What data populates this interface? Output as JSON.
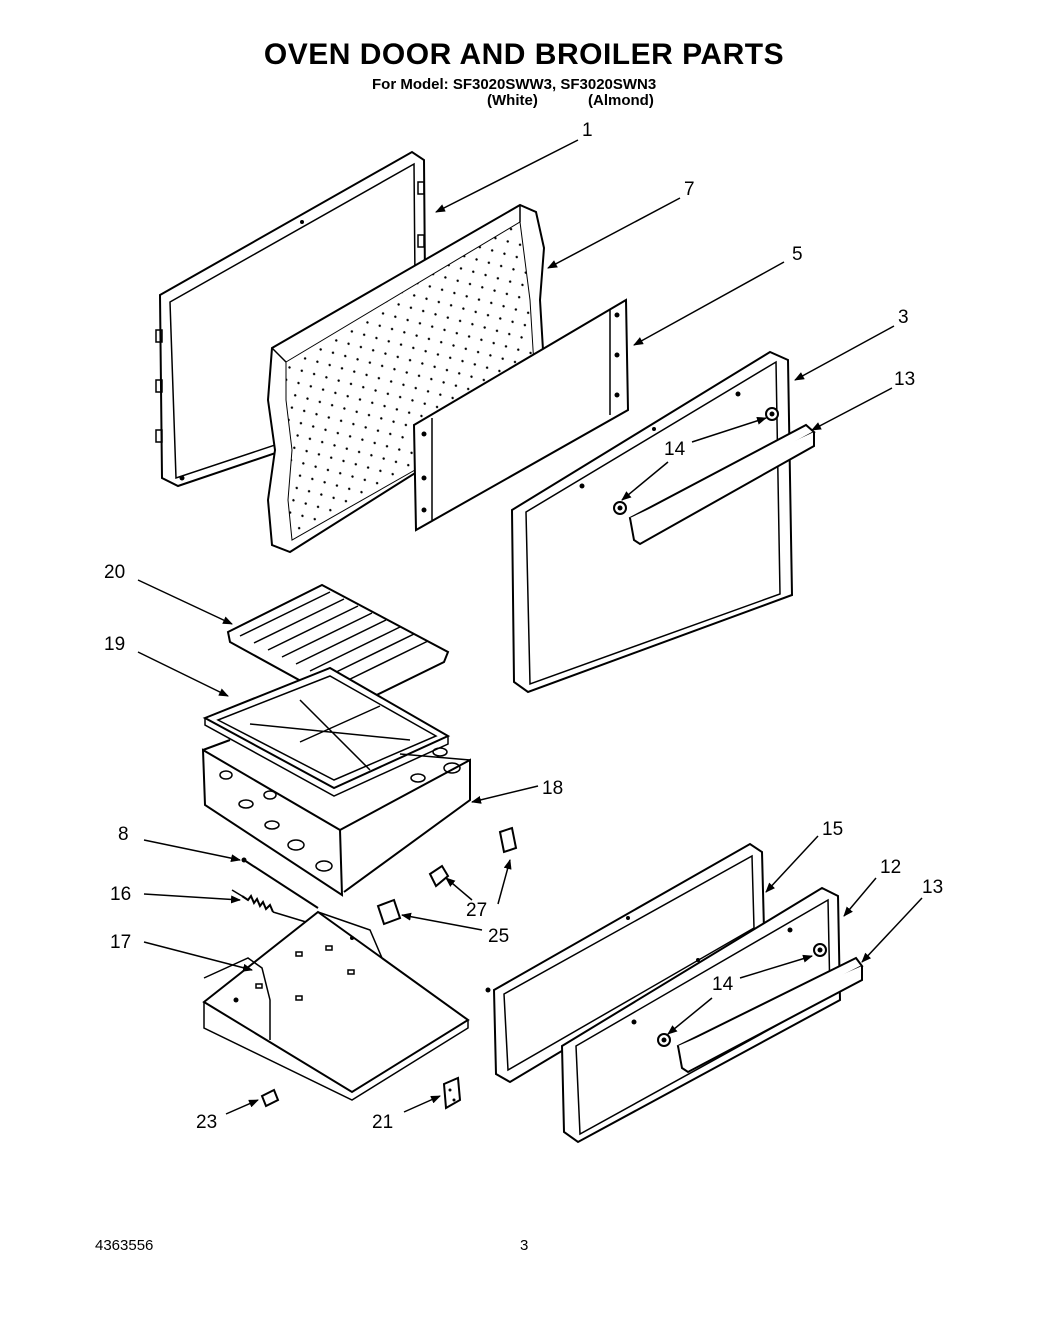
{
  "header": {
    "title": "OVEN DOOR AND BROILER PARTS",
    "model_line": "For Model: SF3020SWW3, SF3020SWN3",
    "variant_white": "(White)",
    "variant_almond": "(Almond)"
  },
  "parts": {
    "p1": "1",
    "p3": "3",
    "p5": "5",
    "p7": "7",
    "p8": "8",
    "p12": "12",
    "p13a": "13",
    "p13b": "13",
    "p14a": "14",
    "p14b": "14",
    "p15": "15",
    "p16": "16",
    "p17": "17",
    "p18": "18",
    "p19": "19",
    "p20": "20",
    "p21": "21",
    "p23": "23",
    "p25": "25",
    "p27": "27"
  },
  "footer": {
    "doc_number": "4363556",
    "page_number": "3"
  }
}
